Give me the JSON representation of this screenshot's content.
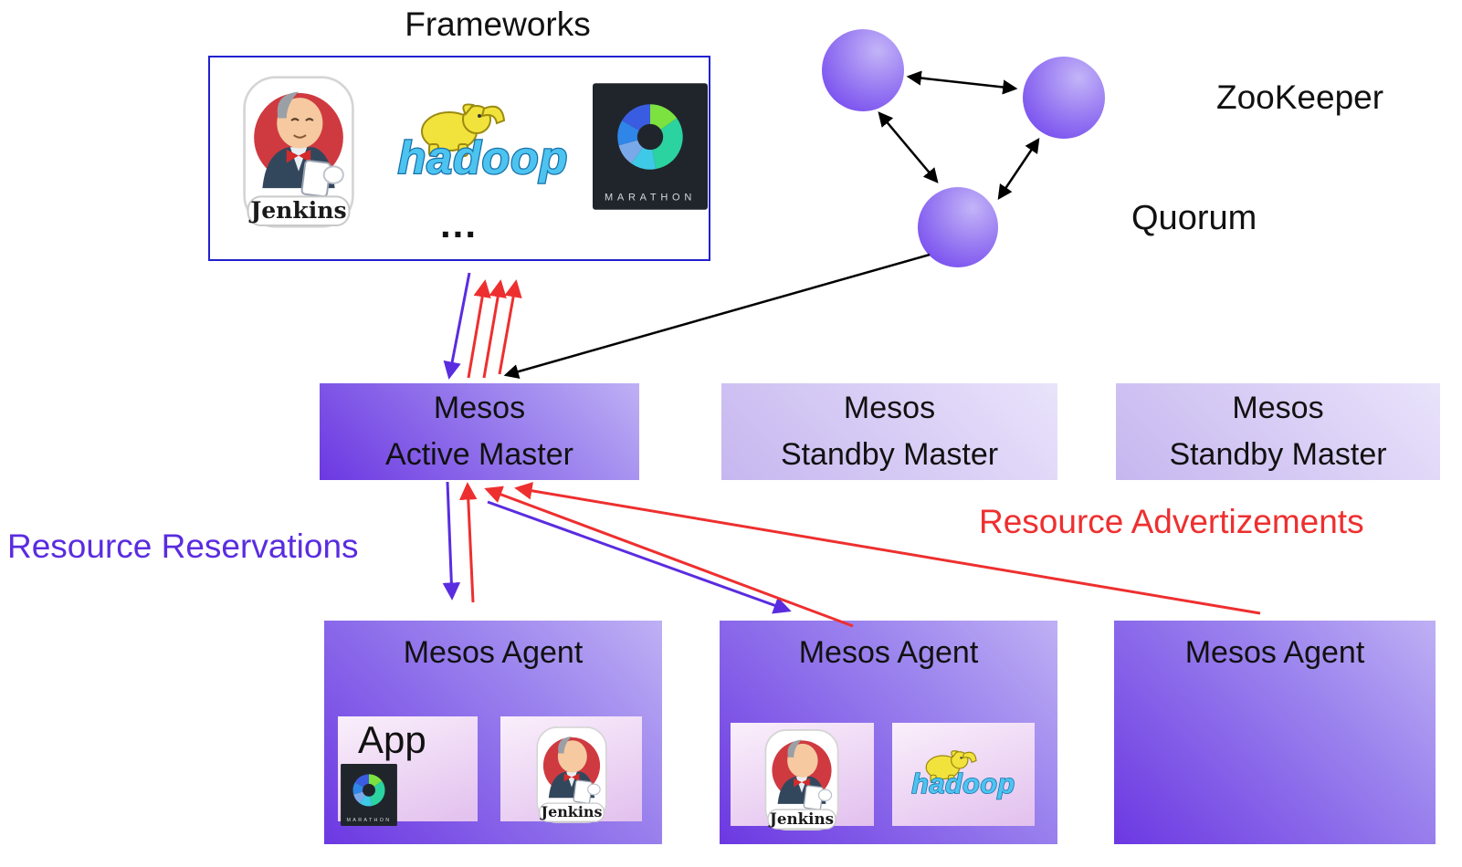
{
  "frameworks": {
    "title": "Frameworks",
    "ellipsis": "...",
    "logos": {
      "jenkins": "Jenkins",
      "hadoop": "hadoop",
      "marathon": "MARATHON"
    }
  },
  "zookeeper": {
    "label": "ZooKeeper",
    "quorum": "Quorum",
    "node_count": 3
  },
  "masters": [
    {
      "role": "active",
      "line1": "Mesos",
      "line2": "Active Master"
    },
    {
      "role": "standby",
      "line1": "Mesos",
      "line2": "Standby Master"
    },
    {
      "role": "standby",
      "line1": "Mesos",
      "line2": "Standby Master"
    }
  ],
  "flow_labels": {
    "reservations": "Resource Reservations",
    "advertizements": "Resource Advertizements"
  },
  "agents": [
    {
      "title": "Mesos Agent",
      "app_label": "App",
      "apps": [
        "marathon",
        "jenkins"
      ]
    },
    {
      "title": "Mesos Agent",
      "apps": [
        "jenkins",
        "hadoop"
      ]
    },
    {
      "title": "Mesos Agent",
      "apps": []
    }
  ],
  "colors": {
    "reservation_arrow": "#5a2ce0",
    "advertizement_arrow": "#ee2f2f",
    "frameworks_border": "#2121cf",
    "node_purple_dark": "#6b3cee",
    "node_purple_light": "#c3b4f8",
    "master_dark": "#6c38e2",
    "master_light": "#bfb0f4",
    "standby_dark": "#c6b6ef",
    "standby_light": "#e9e3fb",
    "slot_light": "#faeffb",
    "slot_dark": "#e2c0ee",
    "hadoop_blue": "#4dc3f0",
    "jenkins_red": "#cf3a40",
    "marathon_bg": "#20252b"
  }
}
